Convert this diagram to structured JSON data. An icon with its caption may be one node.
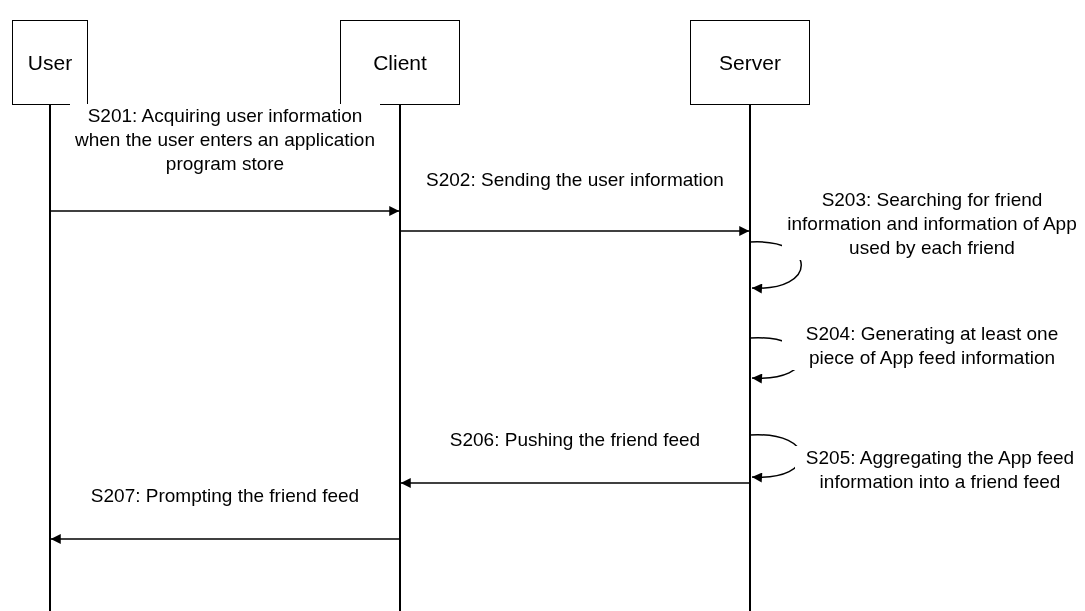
{
  "diagram": {
    "nodes": [
      {
        "text": [
          "User"
        ]
      },
      {
        "text": [
          "Client"
        ]
      },
      {
        "text": [
          "Server"
        ]
      }
    ],
    "edges": [
      {
        "from": 0,
        "to": 1,
        "arrow": "to",
        "label": "S201: Acquiring user information when the user enters an application program store"
      },
      {
        "from": 1,
        "to": 2,
        "arrow": "to",
        "label": "S202: Sending the user information"
      },
      {
        "from": 2,
        "to": 2,
        "arrow": "to",
        "label": "S203: Searching for friend information and information of App used by each friend"
      },
      {
        "from": 2,
        "to": 2,
        "arrow": "to",
        "label": "S204: Generating at least one piece of App feed information"
      },
      {
        "from": 2,
        "to": 2,
        "arrow": "to",
        "label": "S205: Aggregating the App feed information into a friend feed"
      },
      {
        "from": 2,
        "to": 1,
        "arrow": "to",
        "label": "S206: Pushing the friend feed"
      },
      {
        "from": 1,
        "to": 0,
        "arrow": "to",
        "label": "S207: Prompting the friend feed"
      }
    ]
  }
}
